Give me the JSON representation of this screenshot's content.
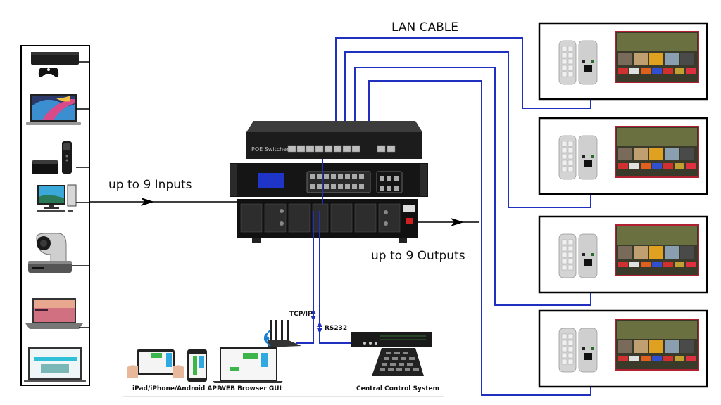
{
  "labels": {
    "lan_cable": "LAN CABLE",
    "inputs": "up to 9 Inputs",
    "outputs": "up to 9 Outputs",
    "tcp_ip": "TCP/IP",
    "rs232": "RS232",
    "app": "iPad/iPhone/Android APP",
    "web_gui": "WEB Browser GUI",
    "central_control": "Central Control System",
    "poe_switch": "POE Switcher"
  },
  "sources": [
    {
      "name": "game-console"
    },
    {
      "name": "laptop-macbook"
    },
    {
      "name": "media-streamer"
    },
    {
      "name": "desktop-pc"
    },
    {
      "name": "ptz-camera"
    },
    {
      "name": "laptop"
    },
    {
      "name": "laptop-control-ui"
    }
  ],
  "displays": [
    {
      "name": "display-1"
    },
    {
      "name": "display-2"
    },
    {
      "name": "display-3"
    },
    {
      "name": "display-4"
    }
  ],
  "colors": {
    "cable": "#1f2fbf",
    "line": "#000000",
    "device": "#1a1a1a",
    "tv_border": "#b02030"
  }
}
